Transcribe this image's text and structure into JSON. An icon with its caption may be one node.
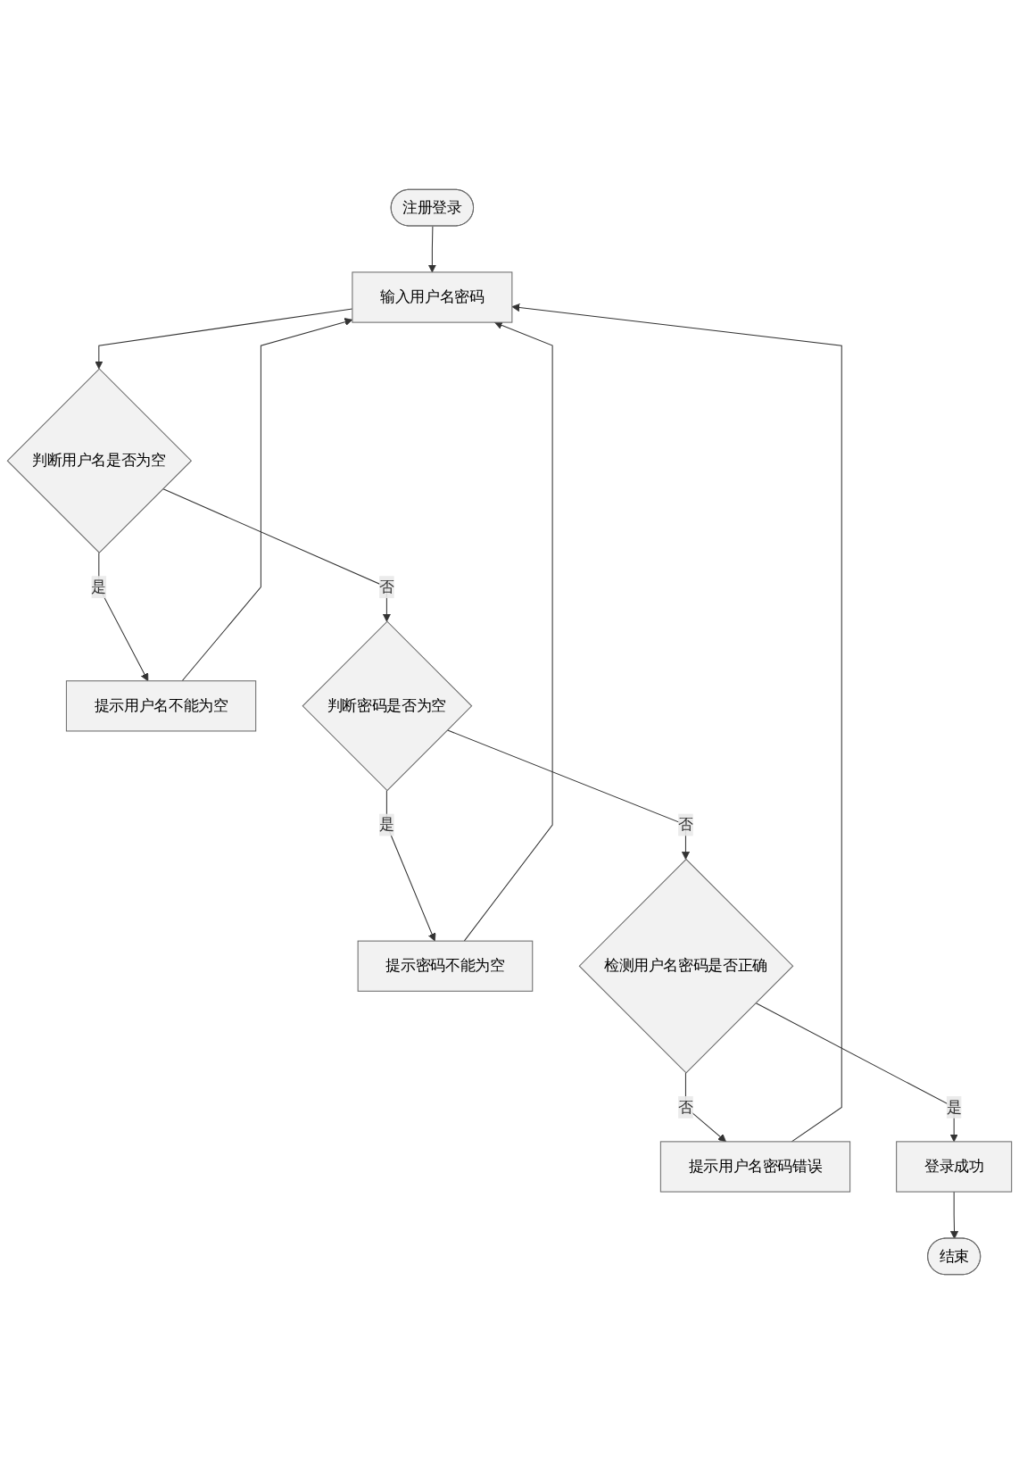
{
  "diagram": {
    "nodes": [
      {
        "text": [
          "注册登录"
        ]
      },
      {
        "text": [
          "输入用户名密码"
        ]
      },
      {
        "text": [
          "判断用户名是否为空"
        ]
      },
      {
        "text": [
          "提示用户名不能为空"
        ]
      },
      {
        "text": [
          "判断密码是否为空"
        ]
      },
      {
        "text": [
          "提示密码不能为空"
        ]
      },
      {
        "text": [
          "检测用户名密码是否正确"
        ]
      },
      {
        "text": [
          "提示用户名密码错误"
        ]
      },
      {
        "text": [
          "登录成功"
        ]
      },
      {
        "text": [
          "结束"
        ]
      }
    ],
    "edges": [
      {
        "from": 0,
        "to": 1,
        "arrow": "to"
      },
      {
        "from": 1,
        "to": 2,
        "arrow": "to"
      },
      {
        "from": 2,
        "to": 3,
        "arrow": "to",
        "label": "是"
      },
      {
        "from": 3,
        "to": 1,
        "arrow": "to"
      },
      {
        "from": 2,
        "to": 4,
        "arrow": "to",
        "label": "否"
      },
      {
        "from": 4,
        "to": 5,
        "arrow": "to",
        "label": "是"
      },
      {
        "from": 5,
        "to": 1,
        "arrow": "to"
      },
      {
        "from": 4,
        "to": 6,
        "arrow": "to",
        "label": "否"
      },
      {
        "from": 6,
        "to": 7,
        "arrow": "to",
        "label": "否"
      },
      {
        "from": 7,
        "to": 1,
        "arrow": "to"
      },
      {
        "from": 6,
        "to": 8,
        "arrow": "to",
        "label": "是"
      },
      {
        "from": 8,
        "to": 9,
        "arrow": "to"
      }
    ]
  }
}
